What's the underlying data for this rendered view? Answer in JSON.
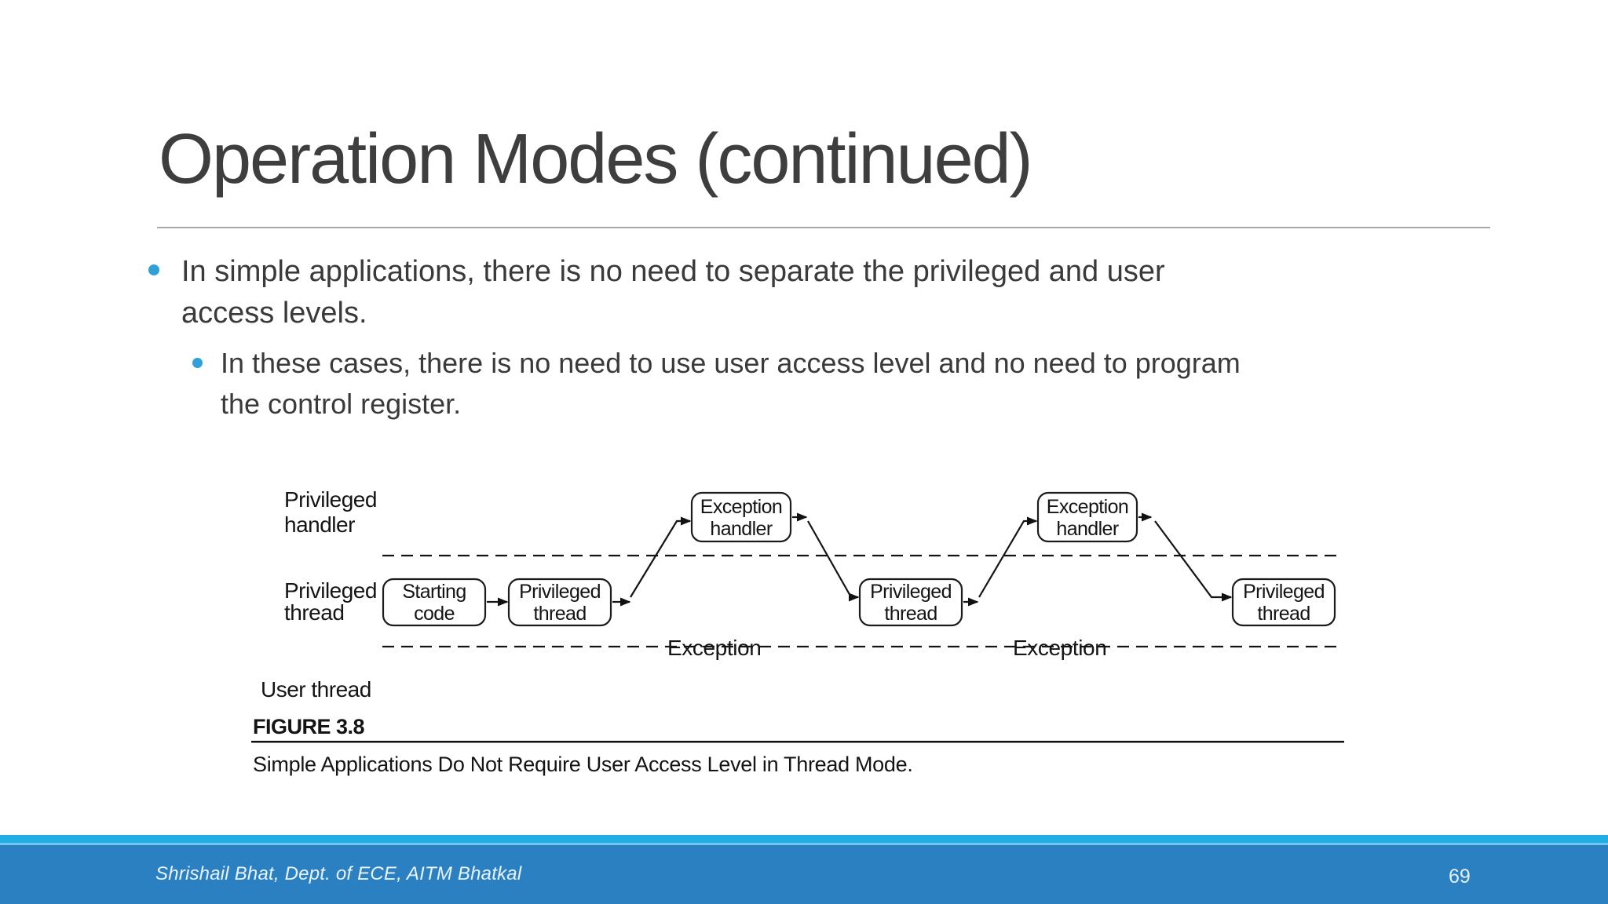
{
  "title": "Operation Modes (continued)",
  "bullets": [
    {
      "lines": [
        "In simple applications, there is no need to separate the privileged and user",
        "access levels."
      ]
    },
    {
      "lines": [
        "In these cases, there is no need to use user access level and no need to program",
        "the control register."
      ]
    }
  ],
  "figure": {
    "row_labels": {
      "privileged_handler": [
        "Privileged",
        "handler"
      ],
      "privileged_thread": [
        "Privileged",
        "thread"
      ],
      "user_thread": "User thread"
    },
    "box_labels": {
      "starting_code": [
        "Starting",
        "code"
      ],
      "privileged_thread": [
        "Privileged",
        "thread"
      ],
      "exception_handler": [
        "Exception",
        "handler"
      ]
    },
    "transition_label": "Exception",
    "figure_number": "FIGURE 3.8",
    "caption": "Simple Applications Do Not Require User Access Level in Thread Mode."
  },
  "footer": {
    "credit": "Shrishail Bhat, Dept. of ECE, AITM Bhatkal",
    "page_number": "69"
  },
  "colors": {
    "title_text": "#3e3e3e",
    "bullet_accent": "#2fa0d9",
    "footer_strip": "#22ade4",
    "footer_bar": "#2a80c1"
  }
}
